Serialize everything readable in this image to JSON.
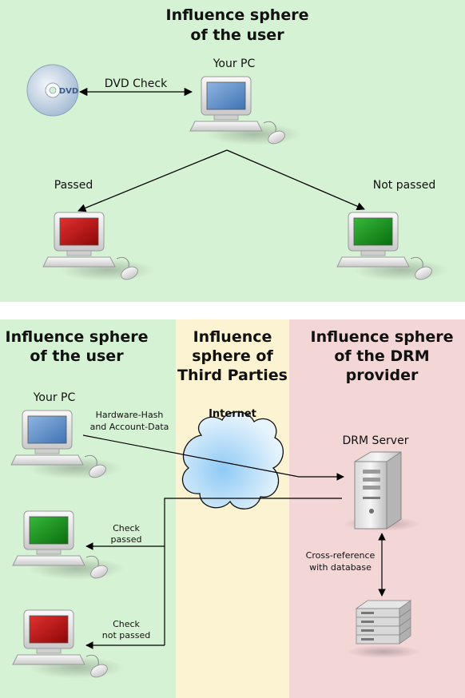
{
  "colors": {
    "user_sphere": "#d6f2d4",
    "third_party_sphere": "#fcf3d2",
    "drm_sphere": "#f3d6d6",
    "red_screen": "#c40d0d",
    "green_screen": "#139418",
    "blue_screen": "#4a86c7"
  },
  "top": {
    "title_line1": "Influence sphere",
    "title_line2": "of the user",
    "your_pc": "Your PC",
    "dvd_disc_text": "DVD",
    "dvd_check": "DVD Check",
    "passed": "Passed",
    "not_passed": "Not passed"
  },
  "bottom": {
    "user_title_line1": "Influence sphere",
    "user_title_line2": "of the user",
    "third_title_line1": "Influence",
    "third_title_line2": "sphere of",
    "third_title_line3": "Third Parties",
    "drm_title_line1": "Influence sphere",
    "drm_title_line2": "of the DRM",
    "drm_title_line3": "provider",
    "your_pc": "Your PC",
    "hash_line1": "Hardware-Hash",
    "hash_line2": "and Account-Data",
    "internet": "Internet",
    "drm_server": "DRM Server",
    "check_passed_line1": "Check",
    "check_passed_line2": "passed",
    "check_not_passed_line1": "Check",
    "check_not_passed_line2": "not passed",
    "crossref_line1": "Cross-reference",
    "crossref_line2": "with database"
  }
}
